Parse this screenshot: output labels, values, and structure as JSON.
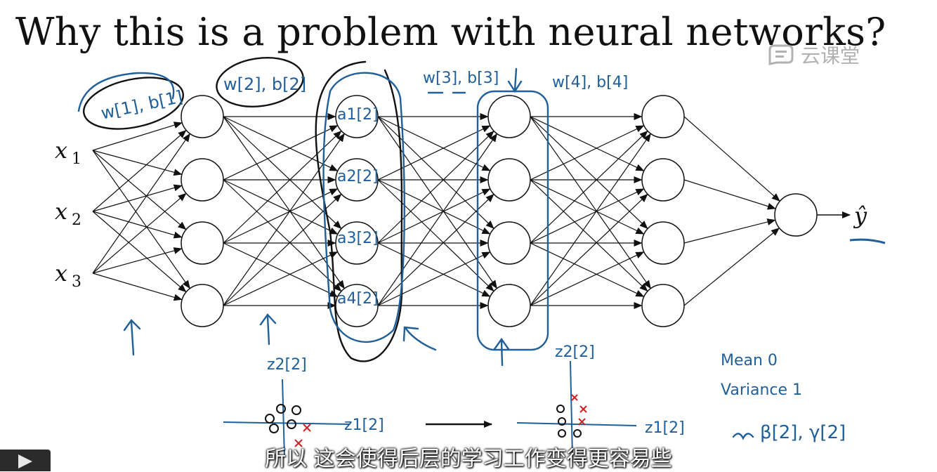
{
  "slide": {
    "title": "Why this is a problem with neural networks?",
    "watermark_text": "云课堂",
    "subtitle": "所以 这会使得后层的学习工作变得更容易些"
  },
  "network": {
    "inputs": [
      {
        "base": "x",
        "index": "1"
      },
      {
        "base": "x",
        "index": "2"
      },
      {
        "base": "x",
        "index": "3"
      }
    ],
    "hidden_layers": [
      4,
      4,
      4,
      4
    ],
    "output_units": 1,
    "output_label": "ŷ"
  },
  "annotations": {
    "layer1_params": "w[1], b[1]",
    "layer2_params": "w[2], b[2]",
    "layer3_params": "w[3], b[3]",
    "layer4_params": "w[4], b[4]",
    "activations": [
      "a1[2]",
      "a2[2]",
      "a3[2]",
      "a4[2]"
    ],
    "left_axis_y": "z2[2]",
    "left_axis_x": "z1[2]",
    "right_axis_y": "z2[2]",
    "right_axis_x": "z1[2]",
    "mean_line": "Mean 0",
    "variance_line": "Variance 1",
    "params_line": "β[2], γ[2]"
  },
  "colors": {
    "ink": "#111111",
    "pen_blue": "#1f5f9a",
    "pen_red": "#d42020",
    "pen_black": "#1a1a1a"
  }
}
